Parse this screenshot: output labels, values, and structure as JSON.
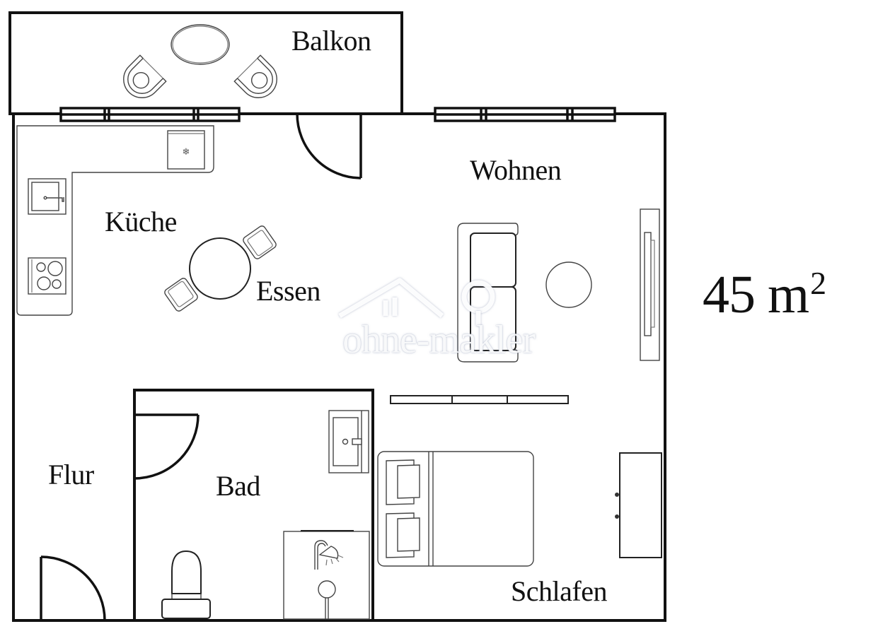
{
  "plan": {
    "total_area_value": "45 m",
    "total_area_superscript": "2",
    "rooms": {
      "balkon": "Balkon",
      "kueche": "Küche",
      "essen": "Essen",
      "wohnen": "Wohnen",
      "flur": "Flur",
      "bad": "Bad",
      "schlafen": "Schlafen"
    }
  },
  "watermark": {
    "text": "ohne-makler",
    "icon": "house-and-magnifier-logo"
  },
  "colors": {
    "wall": "#111111",
    "furniture": "#444444",
    "background": "#ffffff"
  }
}
